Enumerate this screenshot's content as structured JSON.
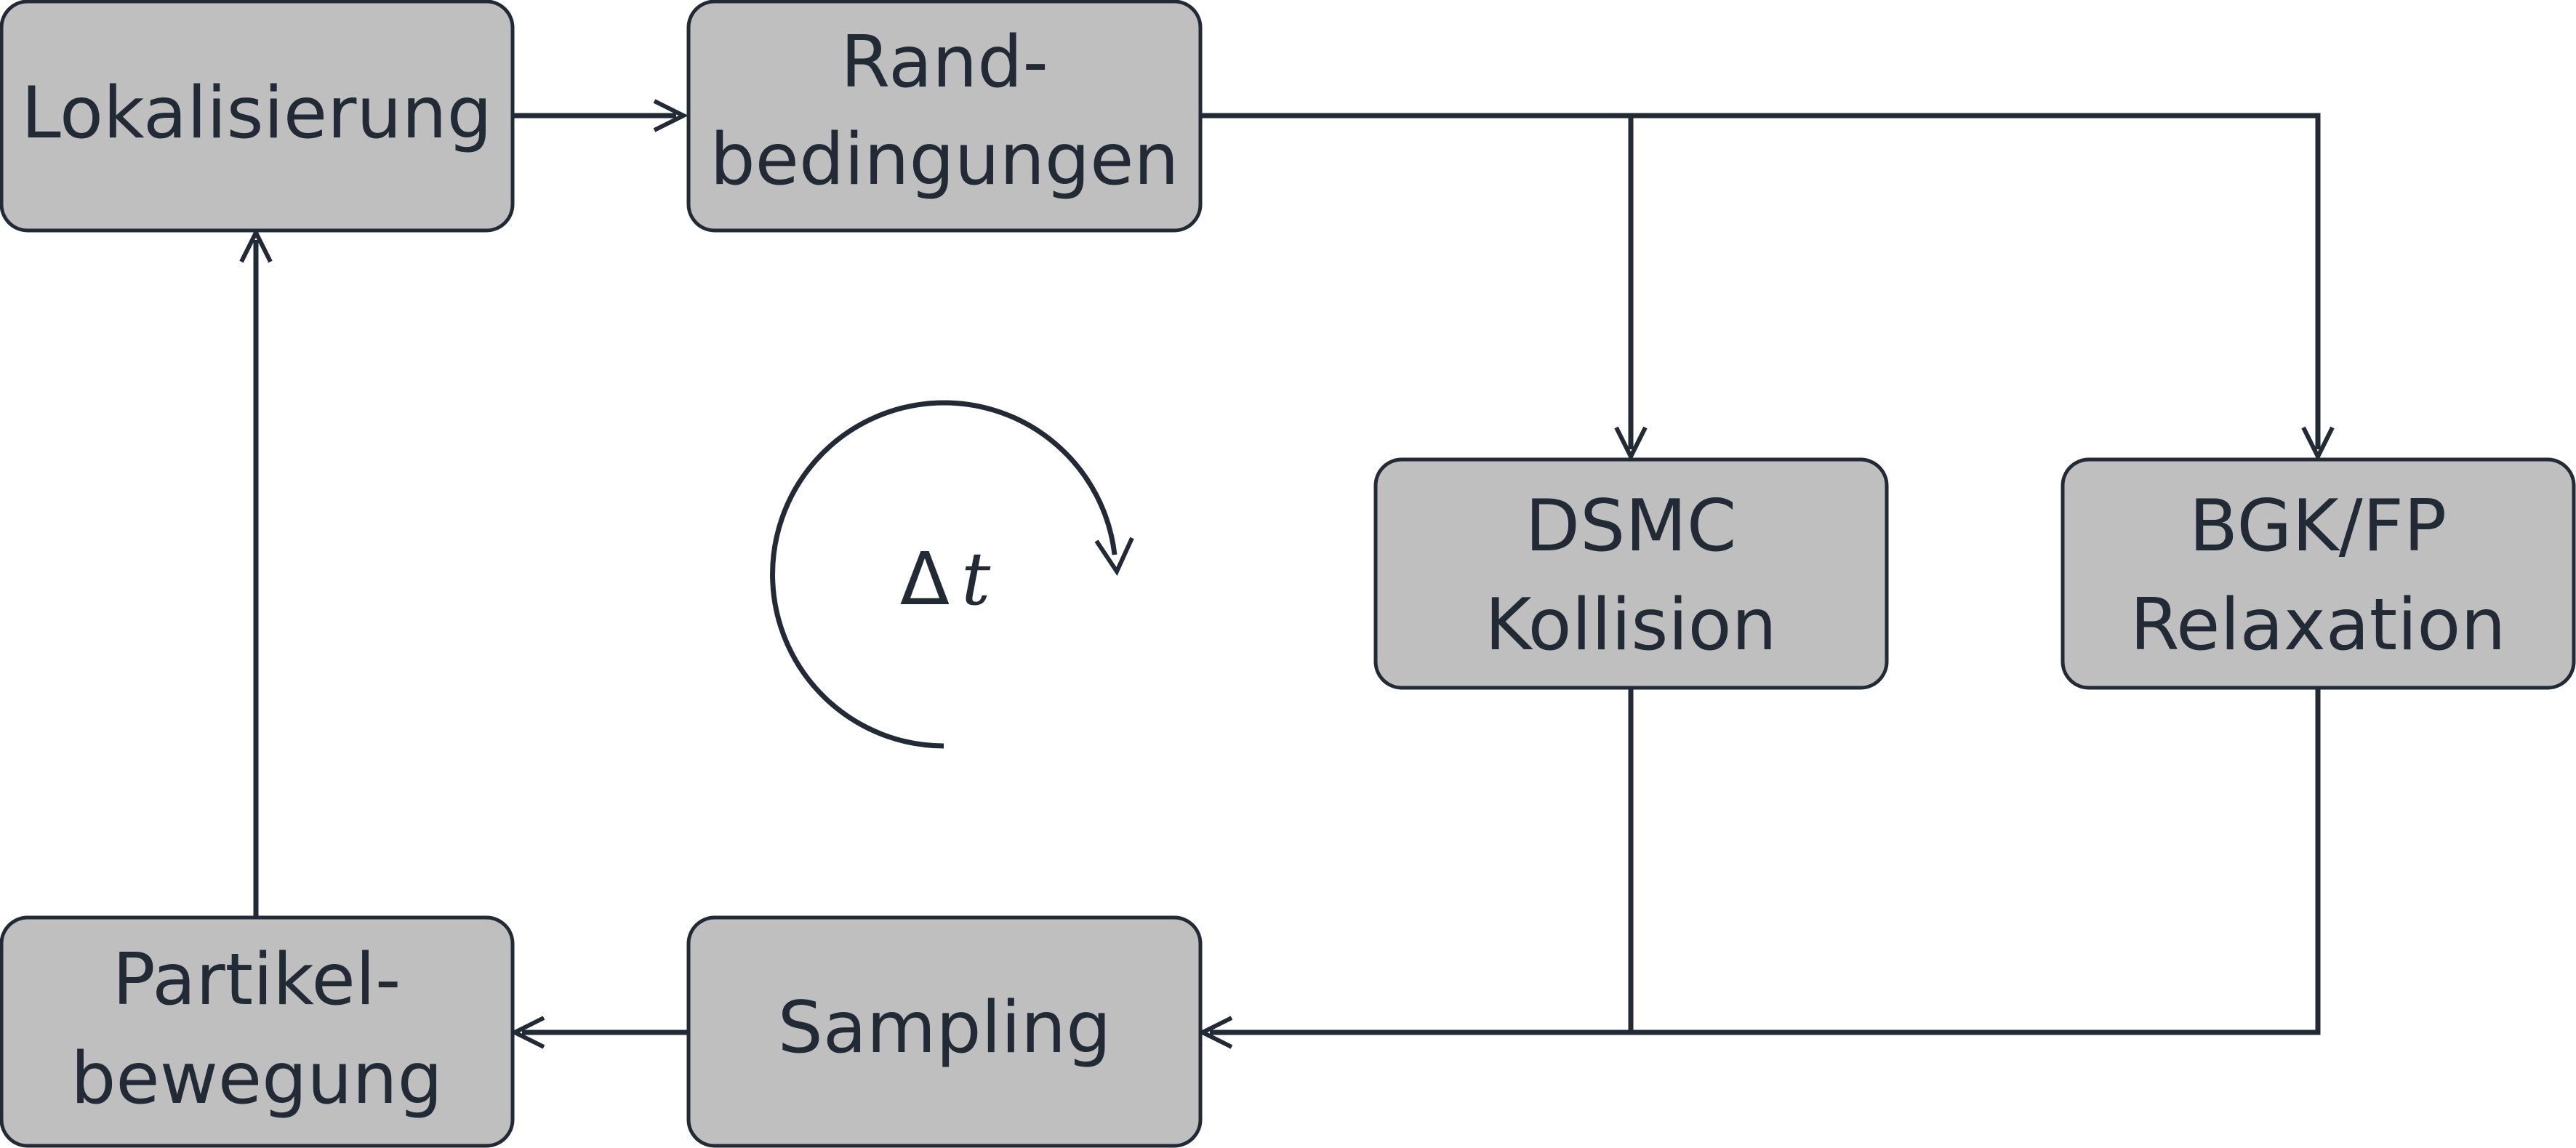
{
  "nodes": {
    "lokalisierung": {
      "lines": [
        "Lokalisierung"
      ]
    },
    "randbedingungen": {
      "lines": [
        "Rand-",
        "bedingungen"
      ]
    },
    "dsmc": {
      "lines": [
        "DSMC",
        "Kollision"
      ]
    },
    "bgkfp": {
      "lines": [
        "BGK/FP",
        "Relaxation"
      ]
    },
    "sampling": {
      "lines": [
        "Sampling"
      ]
    },
    "partikelbewegung": {
      "lines": [
        "Partikel-",
        "bewegung"
      ]
    }
  },
  "cycle_label": {
    "symbol": "Δ",
    "variable": "t"
  },
  "colors": {
    "box_fill": "#bfbfbf",
    "stroke": "#222a35",
    "background": "#ffffff"
  }
}
